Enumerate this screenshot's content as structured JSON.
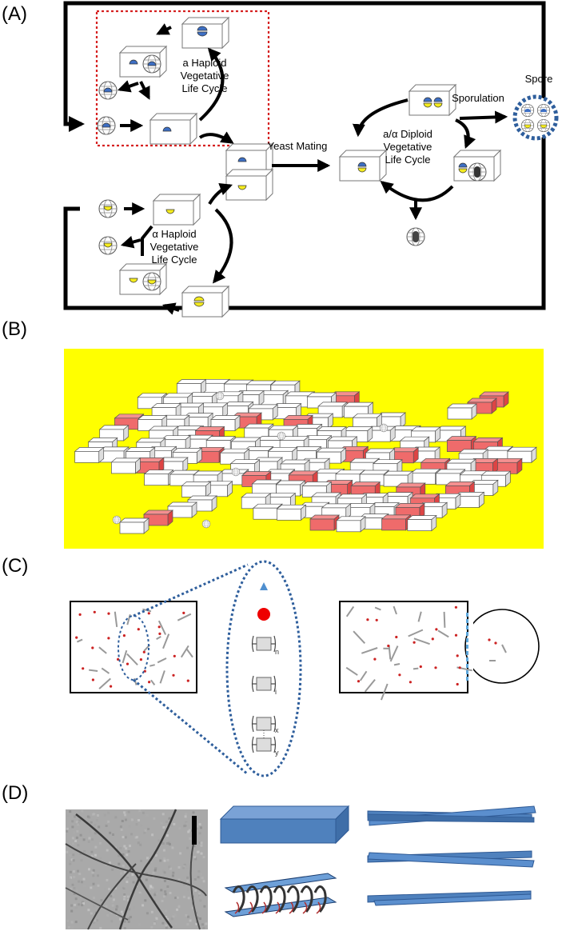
{
  "panels": {
    "a": {
      "label": "(A)"
    },
    "b": {
      "label": "(B)"
    },
    "c": {
      "label": "(C)"
    },
    "d": {
      "label": "(D)"
    }
  },
  "cycle": {
    "a_haploid": [
      "a Haploid",
      "Vegetative",
      "Life Cycle"
    ],
    "alpha_haploid": [
      "α Haploid",
      "Vegetative",
      "Life Cycle"
    ],
    "diploid": [
      "a/α Diploid",
      "Vegetative",
      "Life Cycle"
    ],
    "yeast_mating": "Yeast Mating",
    "sporulation": "Sporulation",
    "spore": "Spore"
  },
  "legend_c": {
    "sub_n": "n",
    "sub_i": "i",
    "sub_x": "x",
    "sub_y": "y"
  },
  "colors": {
    "blue_nucleus": "#3d6fc4",
    "yellow_nucleus": "#f5ec1e",
    "panel_b_bg": "#ffff00",
    "pink_cell": "#ef6b6b",
    "dotted_red": "#d62020",
    "dotted_blue": "#2e5e9c",
    "rod_blue": "#4f81bd",
    "particle_red": "#cc2222",
    "particle_blue": "#4f8fcf"
  }
}
